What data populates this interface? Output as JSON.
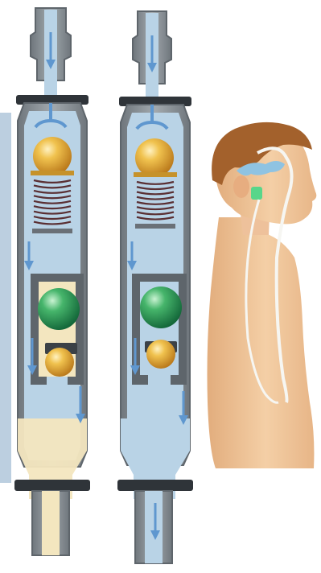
{
  "diagram": {
    "subject": "shunt-valve-illustration",
    "valves": [
      {
        "state": "closed",
        "colors": {
          "housing": "#8e959b",
          "fluid": "#b9d3e6",
          "chamber": "#f3e6bf"
        }
      },
      {
        "state": "open",
        "colors": {
          "housing": "#8e959b",
          "fluid": "#b9d3e6",
          "chamber": "#b9d3e6"
        }
      }
    ],
    "colors": {
      "background": "#ffffff",
      "housing_dark": "#5e656b",
      "fluid": "#b9d3e6",
      "flow_arrow": "#5f97cf",
      "gold_ball": "#e3a92e",
      "green_ball": "#2c9b55",
      "spring": "#5a2f33",
      "skin": "#f0c79b",
      "hair": "#a3612c",
      "ventricle": "#8fc3e2",
      "catheter": "#f6f6f2",
      "left_panel": "#bccfe0"
    }
  }
}
